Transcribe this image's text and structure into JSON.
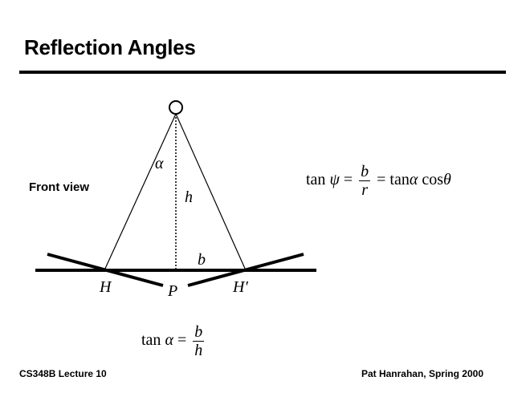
{
  "title": "Reflection Angles",
  "label_front_view": "Front view",
  "diagram": {
    "alpha": "α",
    "h": "h",
    "b": "b",
    "H": "H",
    "P": "P",
    "H_prime": "H′"
  },
  "eq1": {
    "lhs_fn": "tan",
    "lhs_var": "ψ",
    "eq": "=",
    "num": "b",
    "den": "r",
    "eq2": "=",
    "rhs_fn": "tan",
    "rhs_var": "α",
    "rhs_fn2": "cos",
    "rhs_var2": "θ"
  },
  "eq2": {
    "lhs_fn": "tan",
    "lhs_var": "α",
    "eq": "=",
    "num": "b",
    "den": "h"
  },
  "footer": {
    "left": "CS348B Lecture 10",
    "right": "Pat Hanrahan, Spring 2000"
  }
}
